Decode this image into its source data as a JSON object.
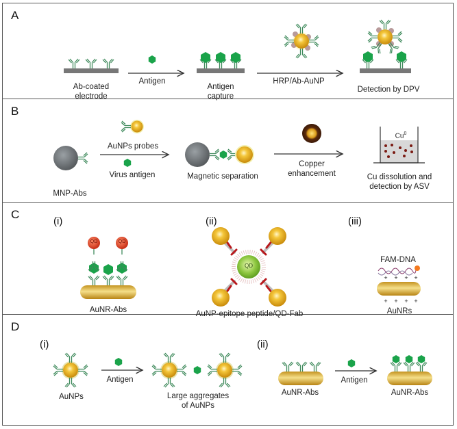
{
  "figure": {
    "panels": [
      {
        "letter": "A",
        "steps": [
          {
            "label": "Ab-coated\nelectrode",
            "line1": "Ab-coated",
            "line2": "electrode"
          },
          {
            "label": "Antigen capture",
            "line1": "Antigen",
            "line2": "capture"
          },
          {
            "label": "Detection by DPV",
            "line1": "Detection by DPV"
          }
        ],
        "arrows": [
          {
            "label": "Antigen"
          },
          {
            "label": "HRP/Ab-AuNP"
          }
        ]
      },
      {
        "letter": "B",
        "steps": [
          {
            "line1": "MNP-Abs"
          },
          {
            "line1": "Magnetic separation"
          },
          {
            "line1": "Cu dissolution and",
            "line2": "detection by ASV"
          }
        ],
        "arrows": [
          {
            "label_top": "AuNPs probes",
            "label_bottom": "Virus antigen"
          },
          {
            "line1": "Copper",
            "line2": "enhancement"
          }
        ],
        "beaker_label": "Cu",
        "beaker_superscript": "0"
      },
      {
        "letter": "C",
        "subpanels": [
          {
            "tag": "(i)",
            "label": "AuNR-Abs",
            "qd_text": "QD"
          },
          {
            "tag": "(ii)",
            "label": "AuNP-epitope peptide/QD-Fab",
            "qd_text": "QD"
          },
          {
            "tag": "(iii)",
            "label_top": "FAM-DNA",
            "label": "AuNRs"
          }
        ]
      },
      {
        "letter": "D",
        "subpanels": [
          {
            "tag": "(i)",
            "start_label": "AuNPs",
            "arrow_label": "Antigen",
            "end_line1": "Large aggregates",
            "end_line2": "of AuNPs"
          },
          {
            "tag": "(ii)",
            "start_label": "AuNR-Abs",
            "arrow_label": "Antigen",
            "end_label": "AuNR-Abs"
          }
        ]
      }
    ],
    "colors": {
      "antibody": "#3f8a5c",
      "antigen": "#1aa34a",
      "gold": "#e9b21c",
      "electrode": "#777777",
      "mnp": "#6f7377",
      "qd_red": "#d83a22",
      "qd_green": "#8cc63f",
      "copper": "#5a2a0c",
      "hrp": "#b89a9a"
    }
  }
}
